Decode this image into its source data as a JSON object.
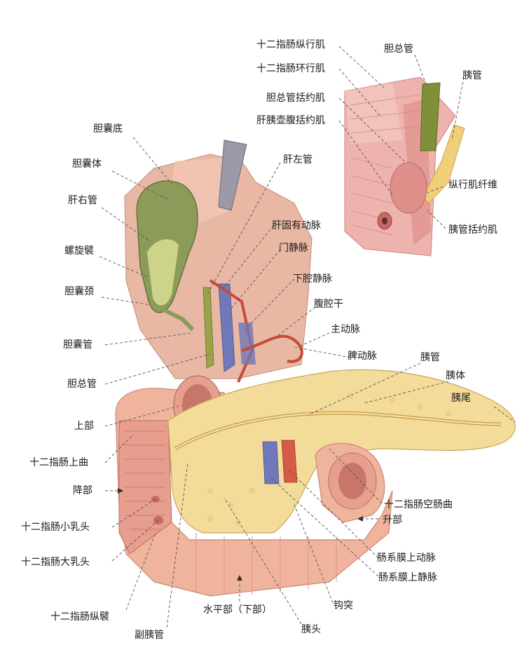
{
  "labels": {
    "gallbladder_fundus": "胆囊底",
    "gallbladder_body": "胆囊体",
    "right_hepatic_duct": "肝右管",
    "spiral_fold": "螺旋襞",
    "gallbladder_neck": "胆囊颈",
    "cystic_duct": "胆囊管",
    "common_bile_duct": "胆总管",
    "superior_part": "上部",
    "superior_flexure": "十二指肠上曲",
    "descending_part": "降部",
    "minor_papilla": "十二指肠小乳头",
    "major_papilla": "十二指肠大乳头",
    "longitudinal_fold": "十二指肠纵襞",
    "accessory_duct": "副胰管",
    "horizontal_part": "水平部（下部）",
    "pancreas_head": "胰头",
    "uncinate": "钩突",
    "sup_mesenteric_vein": "肠系膜上静脉",
    "sup_mesenteric_artery": "肠系膜上动脉",
    "ascending_part": "升部",
    "duodenojejunal_flexure": "十二指肠空肠曲",
    "pancreas_tail": "胰尾",
    "pancreas_body": "胰体",
    "pancreatic_duct": "胰管",
    "splenic_artery": "脾动脉",
    "aorta": "主动脉",
    "celiac_trunk": "腹腔干",
    "ivc": "下腔静脉",
    "portal_vein": "门静脉",
    "proper_hepatic_artery": "肝固有动脉",
    "left_hepatic_duct": "肝左管",
    "inset_longitudinal_muscle": "十二指肠纵行肌",
    "inset_circular_muscle": "十二指肠环行肌",
    "inset_bile_duct_sphincter": "胆总管括约肌",
    "inset_ampulla_sphincter": "肝胰壶腹括约肌",
    "inset_common_bile_duct": "胆总管",
    "inset_pancreatic_duct": "胰管",
    "inset_longitudinal_fibers": "纵行肌纤维",
    "inset_pancreatic_sphincter": "胰管括约肌"
  },
  "colors": {
    "duodenum": "#f0b49c",
    "duodenum_dark": "#d98a78",
    "pancreas": "#f3dc9a",
    "pancreas_dark": "#d9b56a",
    "gallbladder": "#8c9a5a",
    "liver_bg": "#eab6a2",
    "vein": "#6f78b8",
    "artery": "#c84a3a",
    "bile": "#9aa24a",
    "muscle": "#e9a7a4"
  }
}
